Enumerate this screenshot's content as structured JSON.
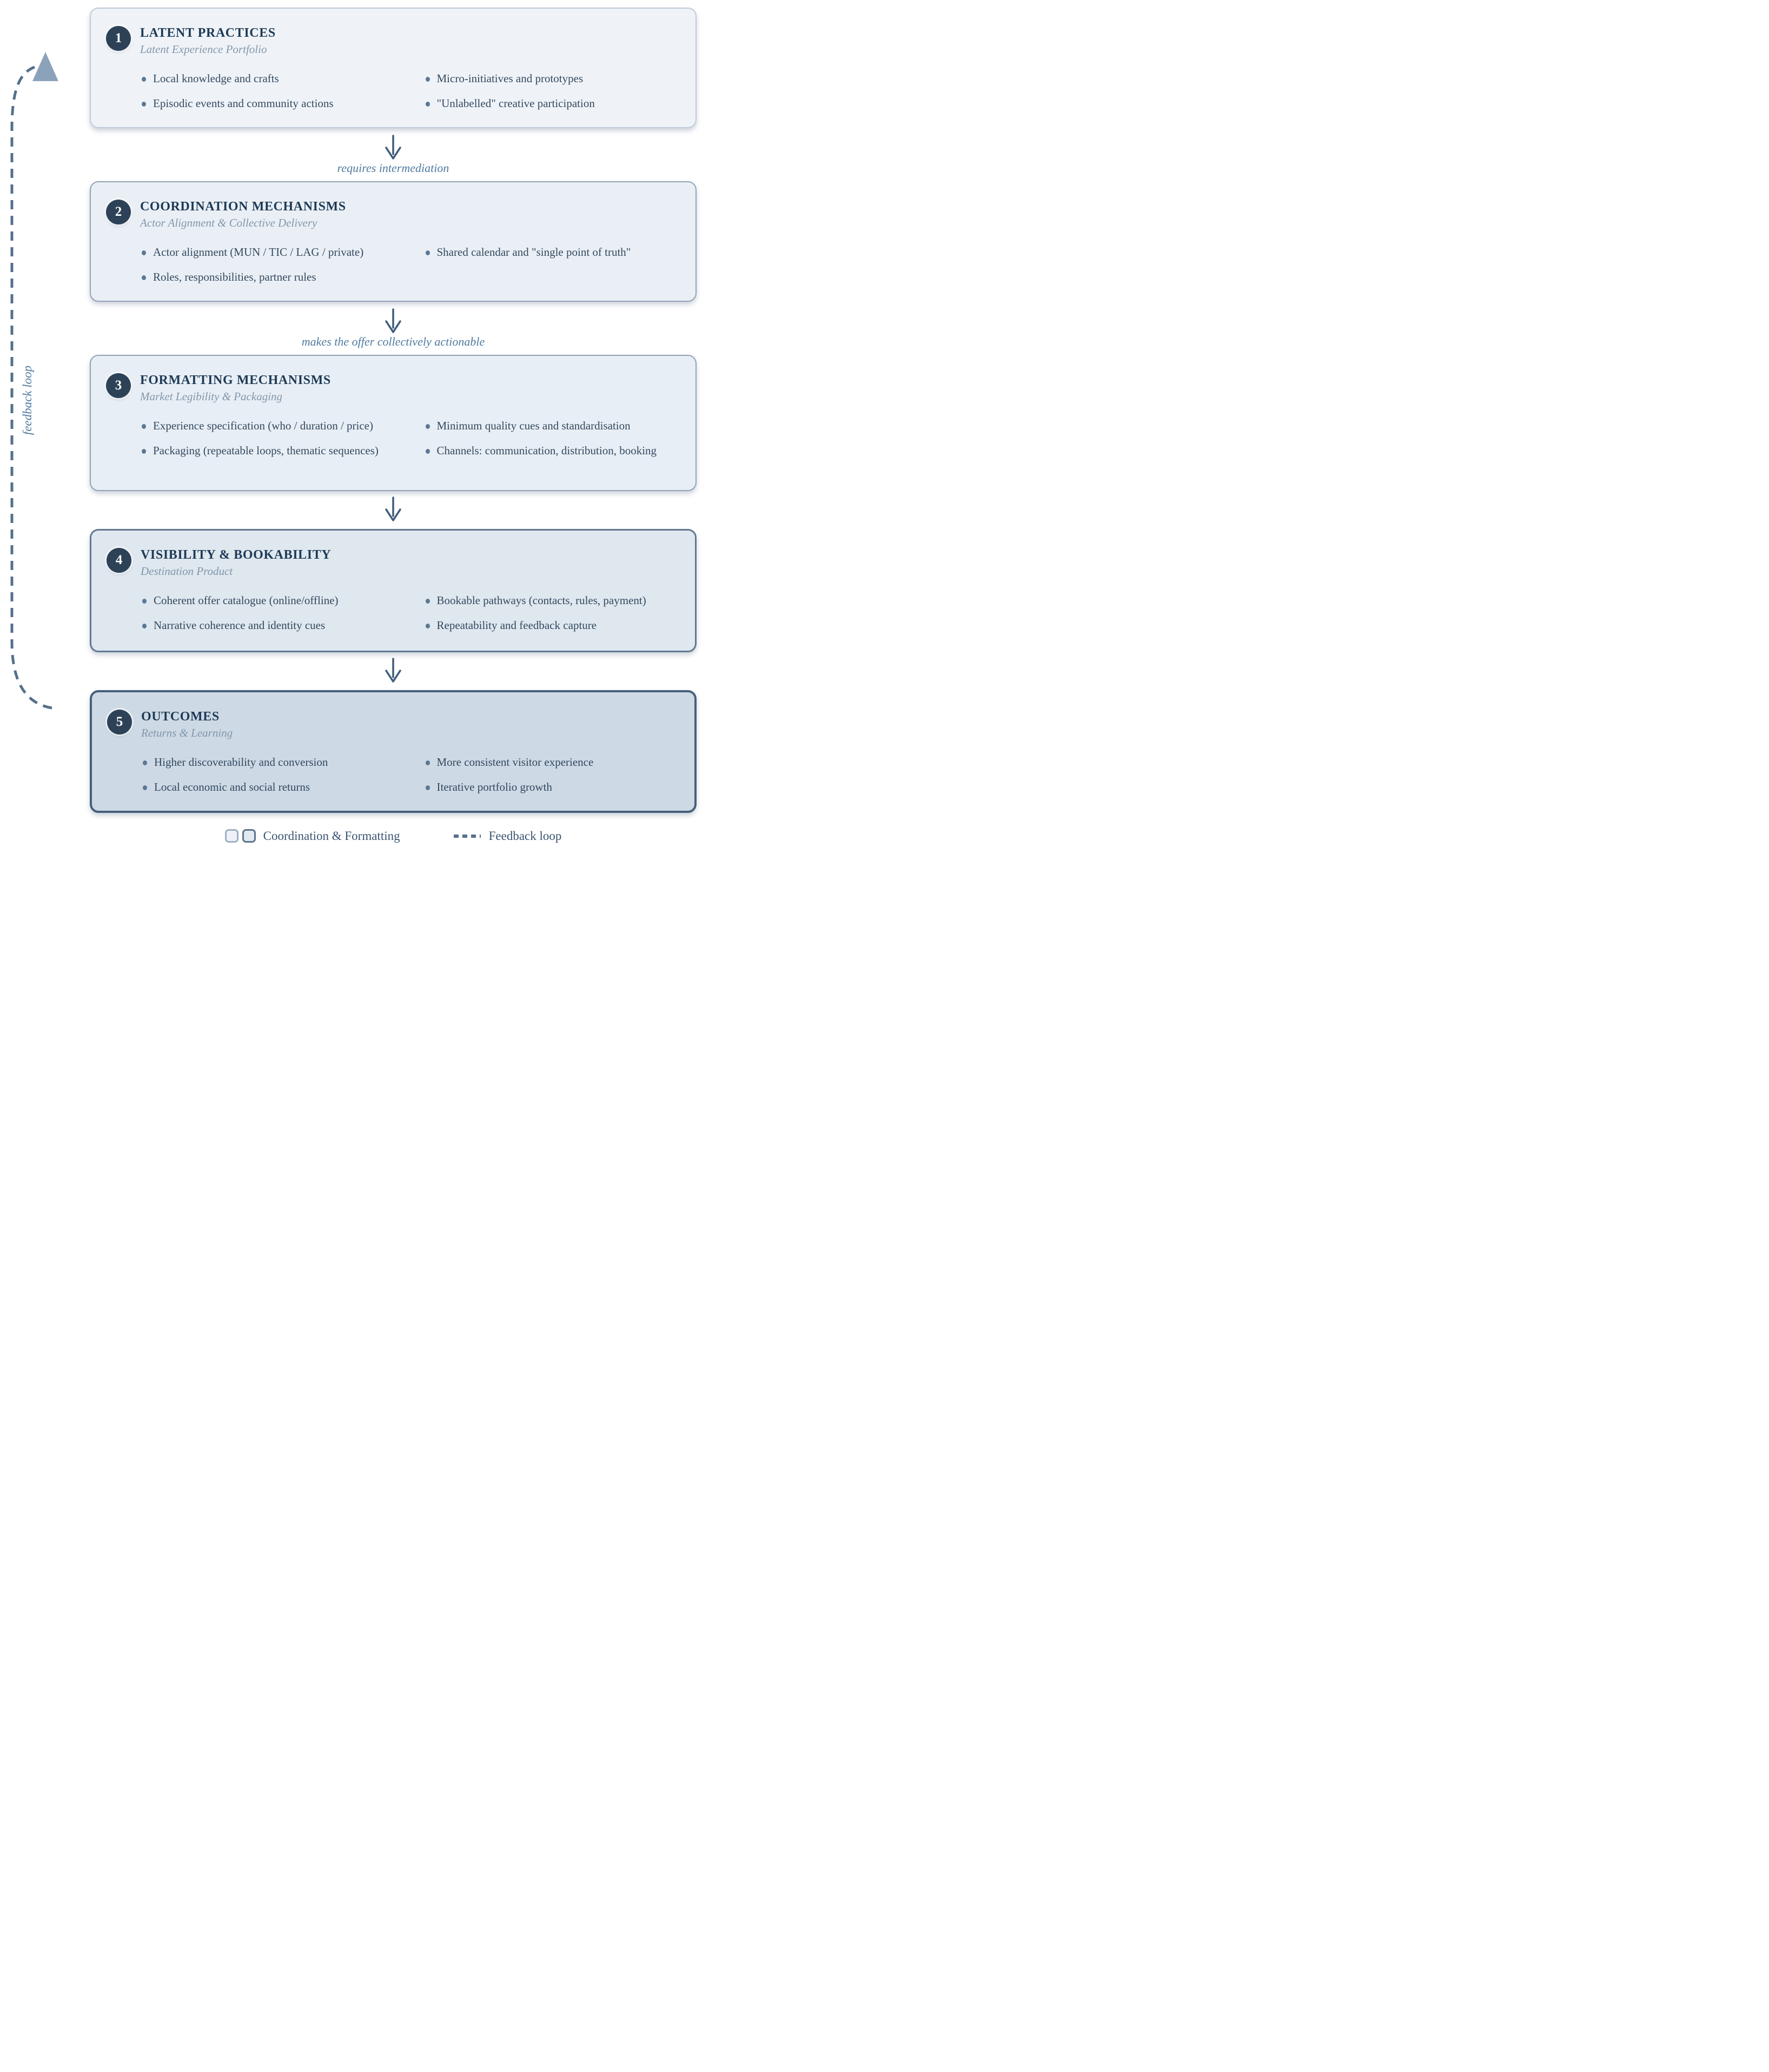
{
  "stages": [
    {
      "number": "1",
      "title": "LATENT PRACTICES",
      "subtitle": "Latent Experience Portfolio",
      "bullets_left": [
        "Local knowledge and crafts",
        "Episodic events and community actions"
      ],
      "bullets_right": [
        "Micro-initiatives and prototypes",
        "\"Unlabelled\" creative participation"
      ]
    },
    {
      "number": "2",
      "title": "COORDINATION MECHANISMS",
      "subtitle": "Actor Alignment & Collective Delivery",
      "bullets_left": [
        "Actor alignment (MUN / TIC / LAG / private)",
        "Roles, responsibilities, partner rules"
      ],
      "bullets_right": [
        "Shared calendar and \"single point of truth\""
      ]
    },
    {
      "number": "3",
      "title": "FORMATTING MECHANISMS",
      "subtitle": "Market Legibility & Packaging",
      "bullets_left": [
        "Experience specification (who / duration / price)",
        "Packaging (repeatable loops, thematic sequences)"
      ],
      "bullets_right": [
        "Minimum quality cues and standardisation",
        "Channels: communication, distribution, booking"
      ]
    },
    {
      "number": "4",
      "title": "VISIBILITY & BOOKABILITY",
      "subtitle": "Destination Product",
      "bullets_left": [
        "Coherent offer catalogue (online/offline)",
        "Narrative coherence and identity cues"
      ],
      "bullets_right": [
        "Bookable pathways (contacts, rules, payment)",
        "Repeatability and feedback capture"
      ]
    },
    {
      "number": "5",
      "title": "OUTCOMES",
      "subtitle": "Returns & Learning",
      "bullets_left": [
        "Higher discoverability and conversion",
        "Local economic and social returns"
      ],
      "bullets_right": [
        "More consistent visitor experience",
        "Iterative portfolio growth"
      ]
    }
  ],
  "connectors": [
    {
      "label": "requires intermediation"
    },
    {
      "label": "makes the offer collectively actionable"
    },
    {
      "label": ""
    },
    {
      "label": ""
    }
  ],
  "feedback_loop": {
    "label": "feedback loop"
  },
  "legend": {
    "boxes_label": "Coordination & Formatting",
    "dash_label": "Feedback loop"
  },
  "colors": {
    "page_bg": "#ffffff",
    "badge_bg": "#2d4257",
    "badge_text": "#ffffff",
    "title": "#1d3a55",
    "subtitle": "#8296aa",
    "bullet_text": "#33495f",
    "bullet_dot": "#5a7894",
    "arrow": "#3f5d7b",
    "arrow_label": "#4f7aa0",
    "loop_dash": "#54708c",
    "loop_arrowhead": "#8ca2ba",
    "legend_text": "#3a5470",
    "box1_bg": "#eff3f8",
    "box1_border": "#bfcbd8",
    "box2_bg": "#eaeff6",
    "box2_border": "#92a4b6",
    "box3_bg": "#e8eef5",
    "box3_border": "#92a4b6",
    "box4_bg": "#dfe7ef",
    "box4_border": "#64798f",
    "box5_bg": "#cdd9e5",
    "box5_border": "#46607c"
  }
}
